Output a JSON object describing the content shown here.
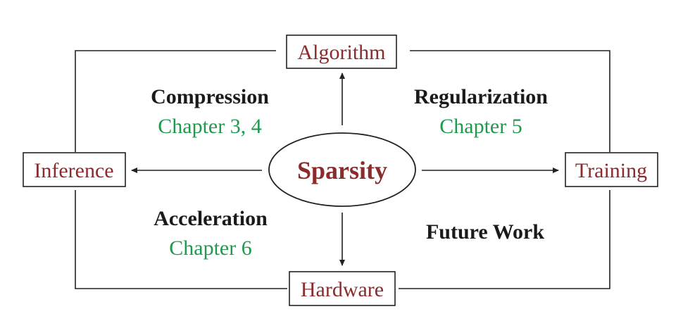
{
  "center": {
    "label": "Sparsity"
  },
  "nodes": {
    "top": "Algorithm",
    "bottom": "Hardware",
    "left": "Inference",
    "right": "Training"
  },
  "quadrants": {
    "top_left": {
      "title": "Compression",
      "subtitle": "Chapter 3, 4"
    },
    "top_right": {
      "title": "Regularization",
      "subtitle": "Chapter 5"
    },
    "bottom_left": {
      "title": "Acceleration",
      "subtitle": "Chapter 6"
    },
    "bottom_right": {
      "title": "Future Work"
    }
  },
  "colors": {
    "node_text": "#8b2b2b",
    "chapter_text": "#1f9a4d",
    "title_text": "#1a1a1a",
    "line": "#222222"
  }
}
